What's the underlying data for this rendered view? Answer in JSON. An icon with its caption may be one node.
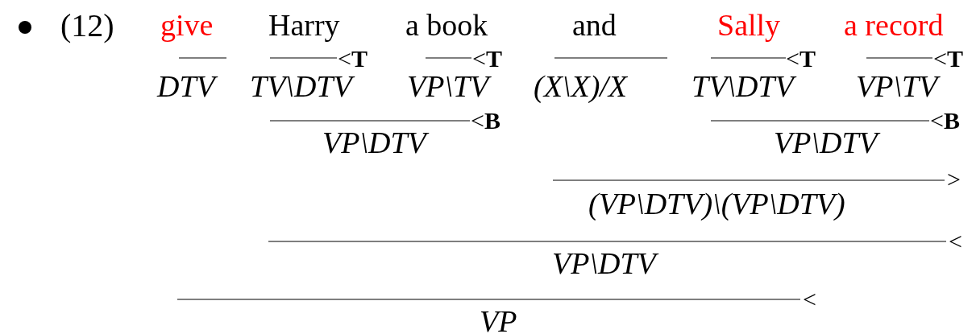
{
  "diagram": {
    "labels": [
      "(12)",
      "give",
      "Harry",
      "a book",
      "and",
      "Sally",
      "a record",
      "<**T**",
      "<**T**",
      "<**T**",
      "<**T**",
      "DTV",
      "TV\\DTV",
      "VP\\TV",
      "(X\\X)/X",
      "TV\\DTV",
      "VP\\TV",
      "<**B**",
      "<**B**",
      "VP\\DTV",
      "VP\\DTV",
      ">",
      "(VP\\DTV)\\(VP\\DTV)",
      "<",
      "VP\\DTV",
      "<",
      "VP"
    ]
  }
}
